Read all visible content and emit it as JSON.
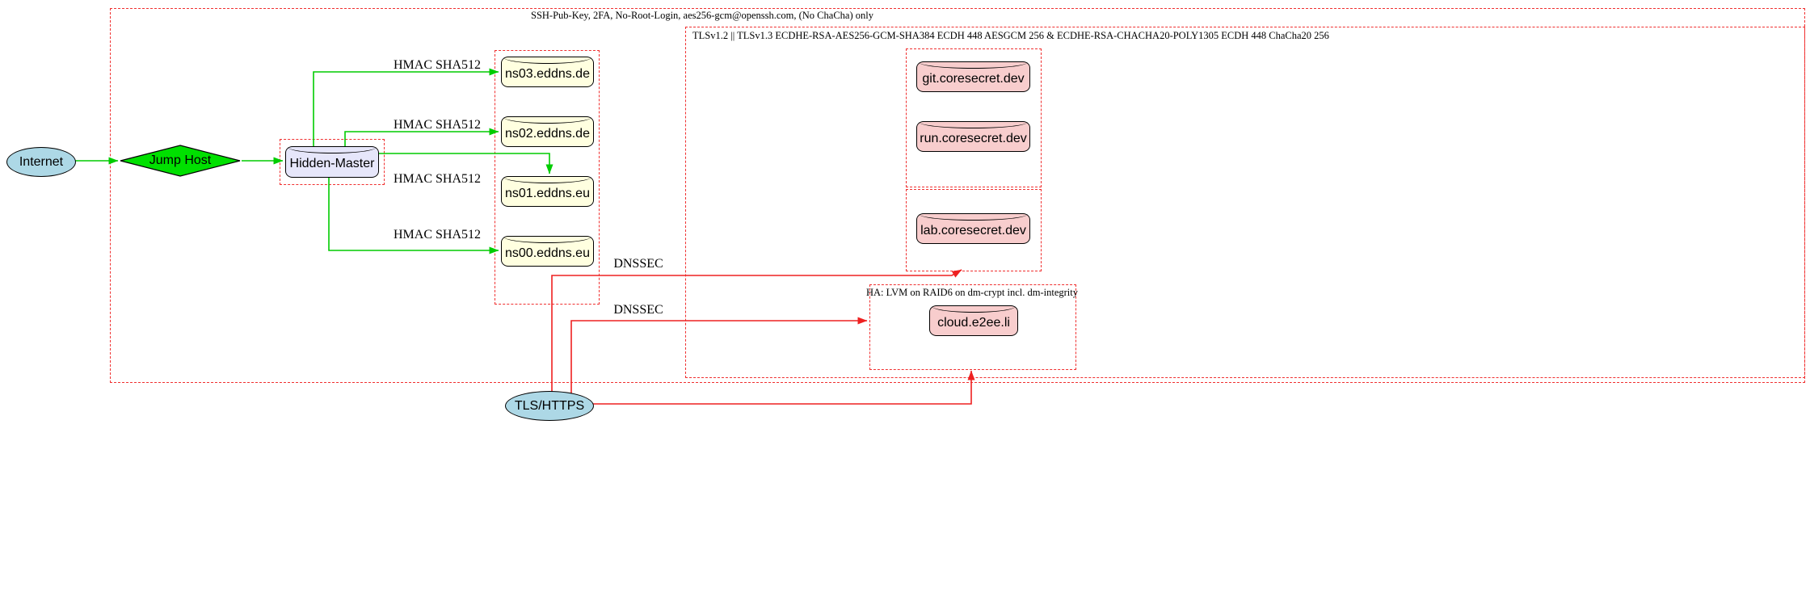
{
  "clusters": {
    "ssh": {
      "label": "SSH-Pub-Key, 2FA, No-Root-Login, aes256-gcm@openssh.com, (No ChaCha) only"
    },
    "tls": {
      "label": "TLSv1.2 || TLSv1.3 ECDHE-RSA-AES256-GCM-SHA384 ECDH 448 AESGCM 256 & ECDHE-RSA-CHACHA20-POLY1305 ECDH 448 ChaCha20 256"
    },
    "ha": {
      "label": "HA: LVM on RAID6 on dm-crypt incl. dm-integrity"
    }
  },
  "nodes": {
    "internet": {
      "label": "Internet"
    },
    "jump_host": {
      "label": "Jump Host"
    },
    "hidden_master": {
      "label": "Hidden-Master"
    },
    "ns03": {
      "label": "ns03.eddns.de"
    },
    "ns02": {
      "label": "ns02.eddns.de"
    },
    "ns01": {
      "label": "ns01.eddns.eu"
    },
    "ns00": {
      "label": "ns00.eddns.eu"
    },
    "git": {
      "label": "git.coresecret.dev"
    },
    "run": {
      "label": "run.coresecret.dev"
    },
    "lab": {
      "label": "lab.coresecret.dev"
    },
    "cloud": {
      "label": "cloud.e2ee.li"
    },
    "tls_https": {
      "label": "TLS/HTTPS"
    }
  },
  "edges": {
    "hmac_ns03": "HMAC SHA512",
    "hmac_ns02": "HMAC SHA512",
    "hmac_ns01": "HMAC SHA512",
    "hmac_ns00": "HMAC SHA512",
    "dnssec_1": "DNSSEC",
    "dnssec_2": "DNSSEC"
  },
  "colors": {
    "cluster_border_red": "#f03030",
    "edge_green": "#00cc00",
    "edge_red": "#ee2020",
    "node_blue": "#add8e6",
    "node_green": "#00e000",
    "node_lavender": "#e6e6fa",
    "node_yellow": "#ffffe0",
    "node_pink": "#f8cdcd"
  }
}
